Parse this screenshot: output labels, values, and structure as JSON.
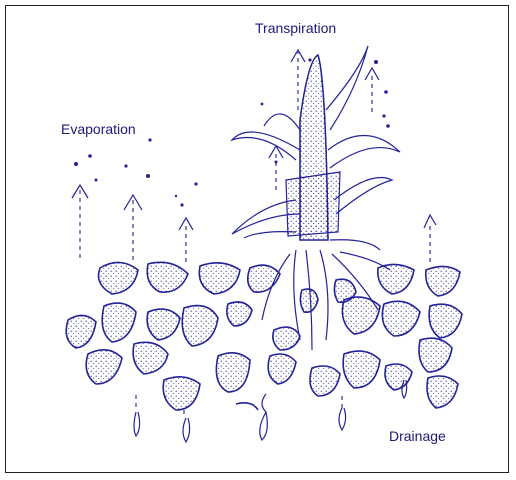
{
  "labels": {
    "transpiration": "Transpiration",
    "evaporation": "Evaporation",
    "drainage": "Drainage"
  },
  "colors": {
    "ink": "#22229a",
    "label": "#1a1a7a",
    "frame": "#222222",
    "background": "#ffffff"
  },
  "icons": {
    "plant": "maize-plant-icon",
    "soil": "soil-particle-icon",
    "vapour": "water-vapour-icon",
    "drop": "water-drop-icon"
  }
}
